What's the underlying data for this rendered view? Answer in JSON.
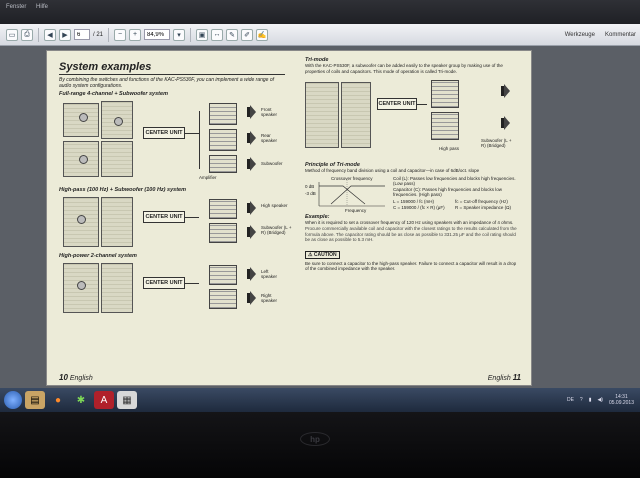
{
  "menu": {
    "items": [
      "Fenster",
      "Hilfe"
    ]
  },
  "toolbar": {
    "page_current": "6",
    "page_total": "/ 21",
    "zoom": "84,9%",
    "tools_label": "Werkzeuge",
    "comment_label": "Kommentar"
  },
  "doc": {
    "section_title": "System examples",
    "intro": "By combining the switches and functions of the KAC-PS530F, you can implement a wide range of audio system configurations.",
    "sub1": "Full-range 4-channel + Subwoofer system",
    "sub2": "High-pass (100 Hz) + Subwoofer (100 Hz) system",
    "sub3": "High-power 2-channel system",
    "center_unit": "CENTER UNIT",
    "labels": {
      "front_speaker": "Front speaker",
      "rear_speaker": "Rear speaker",
      "subwoofer": "Subwoofer",
      "amplifier": "Amplifier",
      "high_speaker": "High speaker",
      "sub_bridged": "Subwoofer (L + R) (Bridged)",
      "left_speaker": "Left speaker",
      "right_speaker": "Right speaker",
      "high_pass": "High pass",
      "sub_bridged_2": "Subwoofer (L + R) (Bridged)"
    },
    "tri_head": "Tri-mode",
    "tri_text": "With the KAC-PS530F, a subwoofer can be added easily to the speaker group by making use of the properties of coils and capacitors. This mode of operation is called Tri-mode.",
    "principle_head": "Principle of Tri-mode",
    "principle_text": "Method of frequency band division using a coil and capacitor—in case of 6dB/oct. slope",
    "crossover": "Crossover frequency",
    "db0": "0 dB",
    "db3": "-3 dB",
    "frequency": "Frequency",
    "coil": "Coil (L): Passes low frequencies and blocks high frequencies. (Low pass)",
    "capacitor": "Capacitor (C): Passes high frequencies and blocks low frequencies. (High pass)",
    "formula_l": "L = 159000 / fc (mH)",
    "formula_c": "C = 159000 / (fc × R) (μF)",
    "fc_def": "fc = Cut-off frequency (Hz)",
    "r_def": "R = Speaker impedance (Ω)",
    "example_head": "Example:",
    "example_text": "When it is required to set a crossover frequency of 120 Hz using speakers with an impedance of 4 ohms.",
    "example_text2": "Procure commercially available coil and capacitor with the closest ratings to the results calculated from the formula above. The capacitor rating should be as close as possible to 331.25 μF and the coil rating should be as close as possible to 5.3 mH.",
    "caution": "CAUTION",
    "caution_text": "Be sure to connect a capacitor to the high-pass speaker. Failure to connect a capacitor will result in a drop of the combined impedance with the speaker.",
    "page_left_num": "10",
    "page_left_lang": "English",
    "page_right_lang": "English",
    "page_right_num": "11"
  },
  "tray": {
    "time": "14:31",
    "date": "05.09.2013",
    "lang": "DE"
  },
  "bezel": {
    "logo": "hp"
  }
}
